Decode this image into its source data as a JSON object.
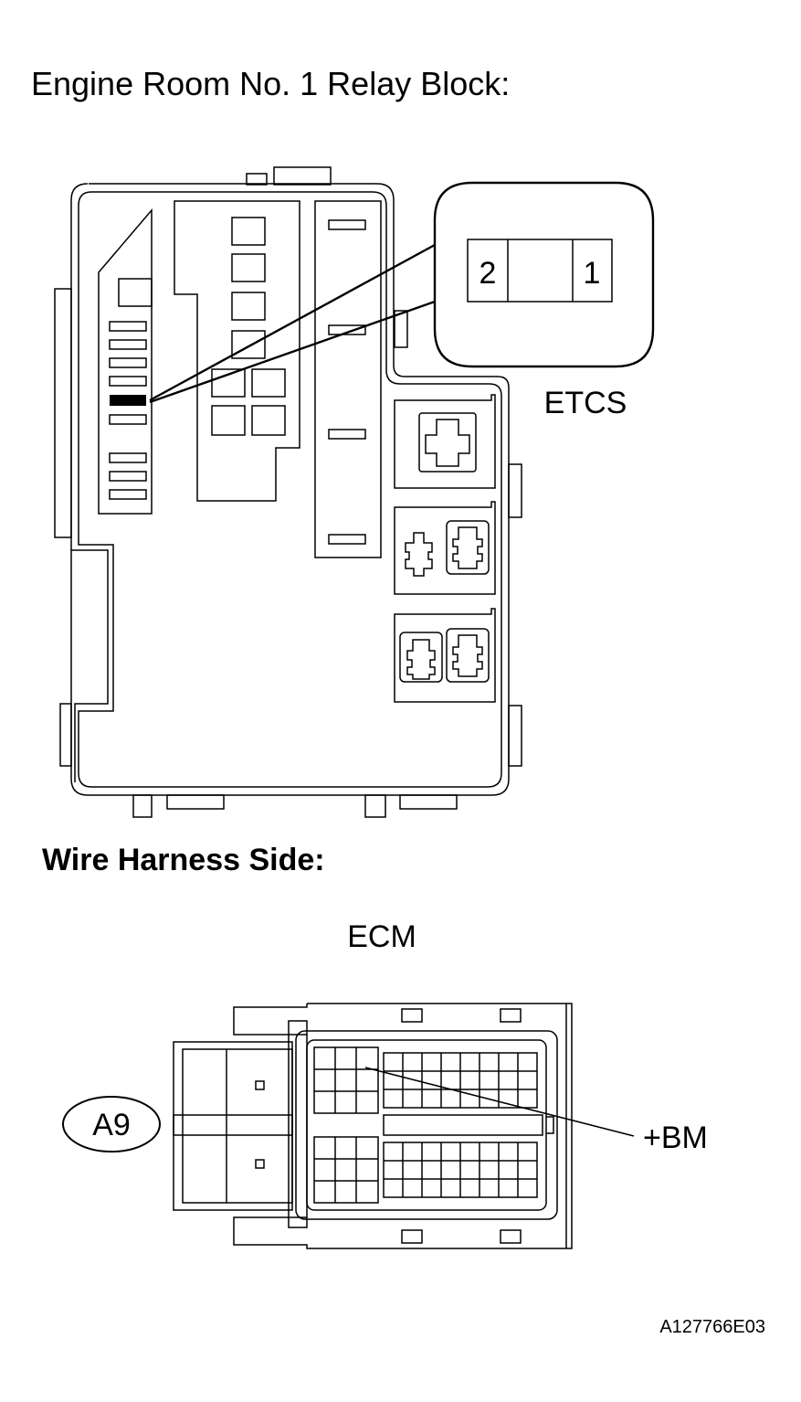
{
  "relay_block": {
    "title": "Engine Room No. 1 Relay Block:",
    "callout_pins": [
      "2",
      "1"
    ],
    "callout_label": "ETCS"
  },
  "harness": {
    "title": "Wire Harness Side:",
    "connector_name": "ECM",
    "connector_code": "A9",
    "terminal_label": "+BM"
  },
  "figure_id": "A127766E03"
}
